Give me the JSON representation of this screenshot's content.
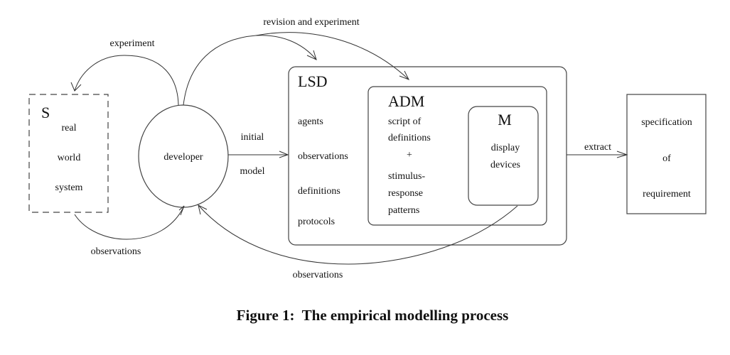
{
  "diagram": {
    "nodes": {
      "real_world": {
        "letter": "S",
        "lines": [
          "real",
          "world",
          "system"
        ],
        "style": "dashed-rectangle"
      },
      "developer": {
        "label": "developer",
        "style": "circle"
      },
      "lsd": {
        "title": "LSD",
        "items": [
          "agents",
          "observations",
          "definitions",
          "protocols"
        ],
        "style": "rounded-rectangle"
      },
      "adm": {
        "title": "ADM",
        "lines": [
          "script of",
          "definitions",
          "+",
          "stimulus-",
          "response",
          "patterns"
        ],
        "style": "rounded-rectangle"
      },
      "m": {
        "title": "M",
        "lines": [
          "display",
          "devices"
        ],
        "style": "rounded-rectangle"
      },
      "specification": {
        "lines": [
          "specification",
          "of",
          "requirement"
        ],
        "style": "rectangle"
      }
    },
    "edges": {
      "experiment": {
        "label": "experiment",
        "from": "developer",
        "to": "real_world"
      },
      "observations_real": {
        "label": "observations",
        "from": "real_world",
        "to": "developer"
      },
      "revision": {
        "label": "revision and experiment",
        "from": "developer",
        "to": [
          "lsd",
          "adm"
        ]
      },
      "initial_model": {
        "label_top": "initial",
        "label_bottom": "model",
        "from": "developer",
        "to": "lsd"
      },
      "extract": {
        "label": "extract",
        "from": "lsd",
        "to": "specification"
      },
      "observations_m": {
        "label": "observations",
        "from": "m",
        "to": "developer"
      }
    },
    "caption": "Figure 1:  The empirical modelling process"
  }
}
